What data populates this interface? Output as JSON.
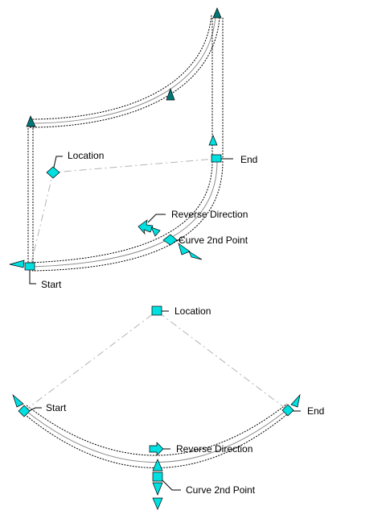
{
  "colors": {
    "grip_fill": "#00e0e0",
    "grip_dark": "#007878",
    "outline": "#000000",
    "guide": "#b4b4b4"
  },
  "diagram_top": {
    "labels": {
      "location": "Location",
      "end": "End",
      "reverse_direction": "Reverse Direction",
      "curve_2nd_point": "Curve 2nd Point",
      "start": "Start"
    }
  },
  "diagram_bottom": {
    "labels": {
      "location": "Location",
      "start": "Start",
      "end": "End",
      "reverse_direction": "Reverse Direction",
      "curve_2nd_point": "Curve 2nd Point"
    }
  }
}
